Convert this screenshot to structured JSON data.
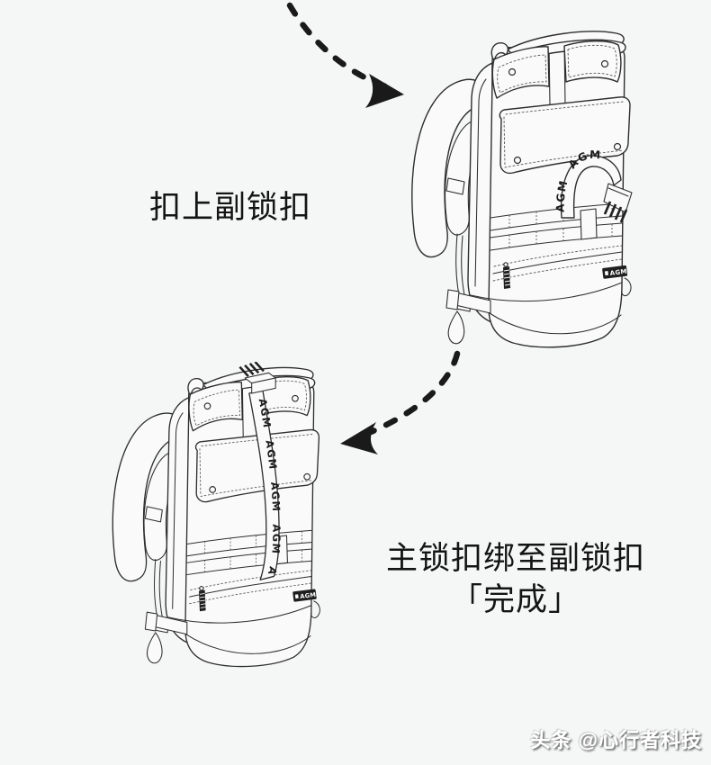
{
  "page": {
    "background_color": "#f5f6f6"
  },
  "steps": [
    {
      "label": "扣上副锁扣"
    },
    {
      "label_line1": "主锁扣绑至副锁扣",
      "label_line2": "「完成」"
    }
  ],
  "brand": {
    "patch_label": "AGM",
    "strap_text_arch": "AGM AGM",
    "strap_text_front": "AGM AGM AGM AGM AGM"
  },
  "watermark": {
    "text": "头条 @心行者科技"
  },
  "icons": {
    "step1_arrow": "dashed-curve-arrow-down-right",
    "step2_arrow": "dashed-curve-arrow-down-left"
  },
  "colors": {
    "background": "#f5f6f6",
    "line_art": "#2e2e2e",
    "label_text": "#141414",
    "watermark_text": "#ffffff"
  }
}
